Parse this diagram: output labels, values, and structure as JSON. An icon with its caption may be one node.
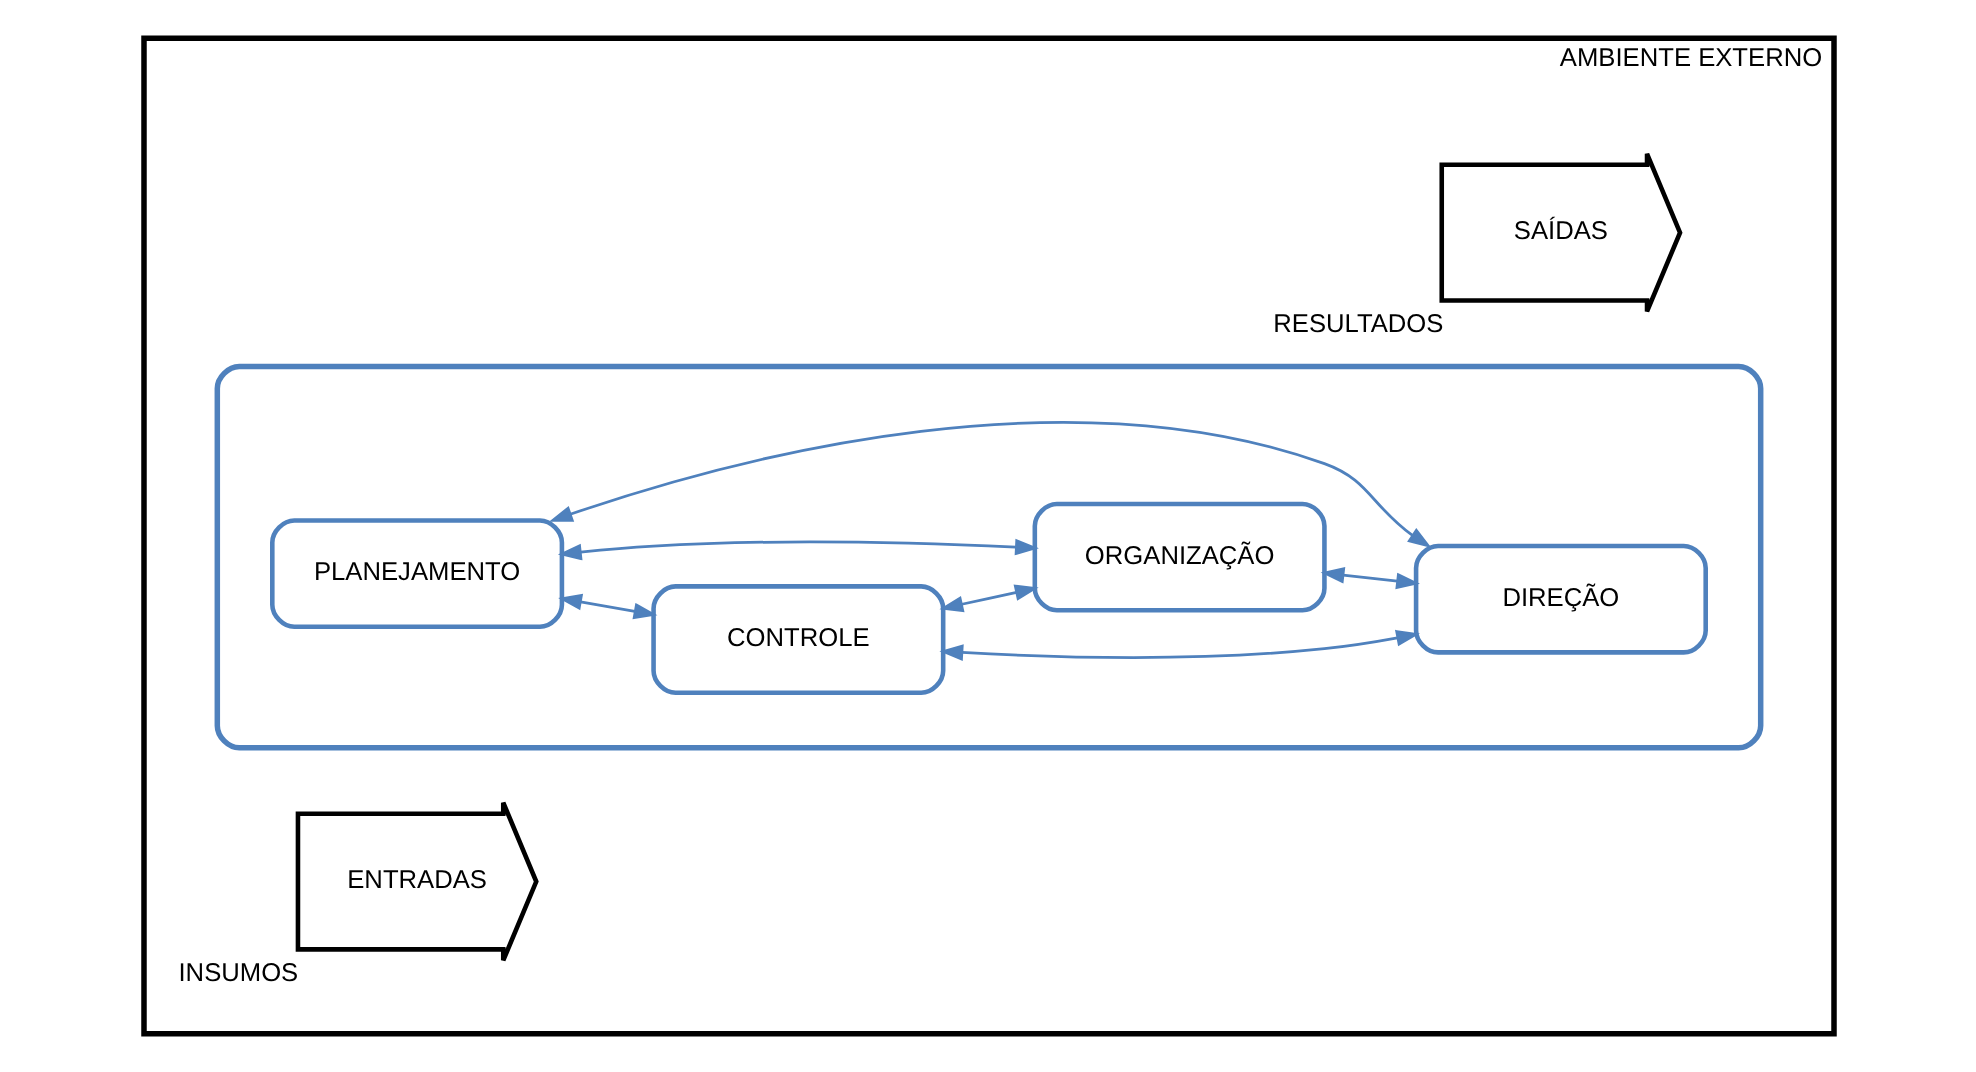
{
  "diagram": {
    "nodes": [
      {
        "text": [
          "AMBIENTE EXTERNO"
        ]
      },
      {
        "text": [],
        "shape": "ellipse",
        "in": 0
      },
      {
        "text": [
          "PLANEJAMENTO"
        ],
        "in": 1
      },
      {
        "text": [
          "CONTROLE"
        ],
        "in": 1
      },
      {
        "text": [
          "ORGANIZAÇÃO"
        ],
        "in": 1
      },
      {
        "text": [
          "DIREÇÃO"
        ],
        "in": 1
      },
      {
        "text": [
          "ENTRADAS"
        ],
        "beside": [
          "INSUMOS"
        ],
        "in": 0
      },
      {
        "text": [
          "SAÍDAS"
        ],
        "beside": [
          "RESULTADOS"
        ],
        "in": 0
      }
    ],
    "edges": [
      {
        "from": 2,
        "to": 3,
        "arrow": "both"
      },
      {
        "from": 2,
        "to": 4,
        "arrow": "both"
      },
      {
        "from": 2,
        "to": 5,
        "arrow": "both"
      },
      {
        "from": 3,
        "to": 4,
        "arrow": "both"
      },
      {
        "from": 3,
        "to": 5,
        "arrow": "both"
      },
      {
        "from": 4,
        "to": 5,
        "arrow": "both"
      }
    ]
  }
}
